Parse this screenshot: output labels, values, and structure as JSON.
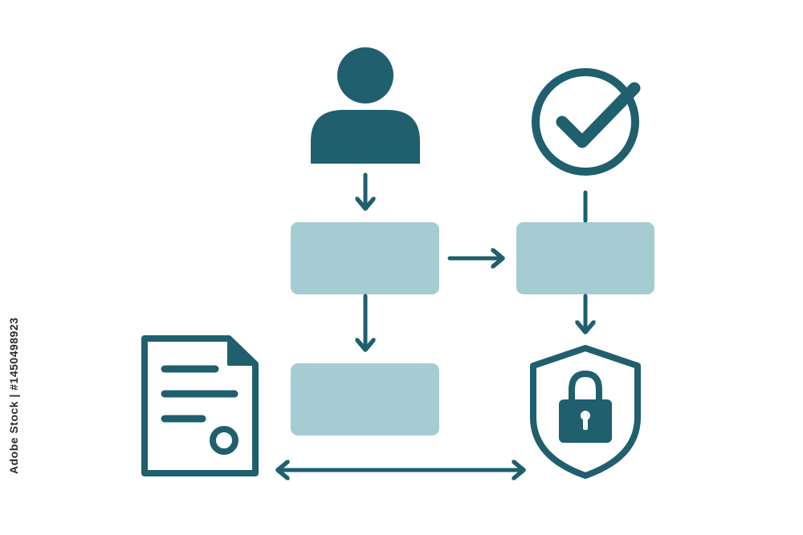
{
  "diagram": {
    "colors": {
      "primary": "#1f5f6e",
      "box_fill": "#a5ccd3",
      "background": "#ffffff"
    },
    "nodes": [
      {
        "id": "user",
        "icon": "user-icon"
      },
      {
        "id": "process-box-1",
        "label": ""
      },
      {
        "id": "process-box-2",
        "label": ""
      },
      {
        "id": "process-box-3",
        "label": ""
      },
      {
        "id": "approval",
        "icon": "checkmark-circle-icon"
      },
      {
        "id": "security",
        "icon": "shield-lock-icon"
      },
      {
        "id": "document",
        "icon": "document-certificate-icon"
      }
    ],
    "edges": [
      {
        "from": "user",
        "to": "process-box-1",
        "style": "arrow"
      },
      {
        "from": "process-box-1",
        "to": "process-box-2",
        "style": "arrow"
      },
      {
        "from": "process-box-1",
        "to": "process-box-3",
        "style": "arrow"
      },
      {
        "from": "approval",
        "to": "process-box-2",
        "style": "line"
      },
      {
        "from": "process-box-2",
        "to": "security",
        "style": "arrow"
      },
      {
        "from": "document",
        "to": "security",
        "style": "double-arrow"
      }
    ]
  },
  "stock": {
    "id": "1450498923",
    "provider": "Adobe Stock",
    "watermark_text": "Adobe Stock | #1450498923"
  }
}
